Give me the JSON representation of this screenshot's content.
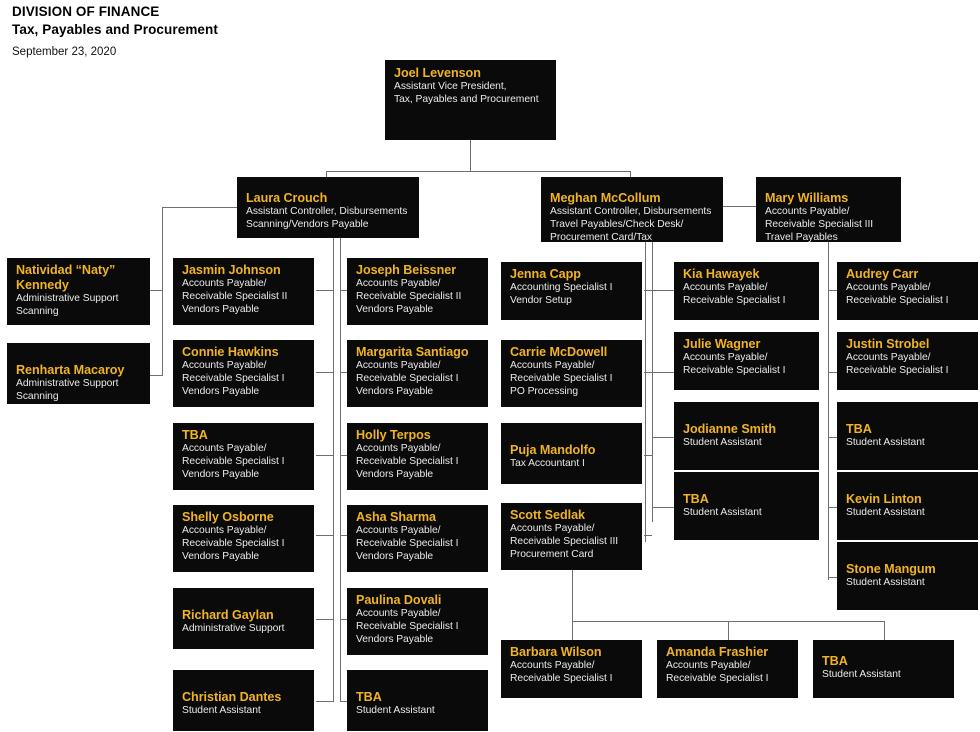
{
  "header": {
    "line1": "DIVISION OF FINANCE",
    "line2": "Tax, Payables and Procurement",
    "date": "September 23, 2020"
  },
  "theme": {
    "box_background": "#0a0a0a",
    "name_color": "#f0b323",
    "title_color": "#e9e9e9",
    "line_color": "#6f6f6f",
    "page_background": "#ffffff"
  },
  "nodes": {
    "levenson": {
      "name": "Joel Levenson",
      "title": "Assistant Vice President,\nTax, Payables and Procurement"
    },
    "crouch": {
      "name": "Laura Crouch",
      "title": "Assistant Controller, Disbursements\nScanning/Vendors Payable"
    },
    "mccollum": {
      "name": "Meghan McCollum",
      "title": "Assistant Controller, Disbursements\nTravel Payables/Check Desk/\nProcurement Card/Tax"
    },
    "williams": {
      "name": "Mary Williams",
      "title": "Accounts Payable/\nReceivable Specialist III\nTravel Payables"
    },
    "kennedy": {
      "name": "Natividad “Naty”\nKennedy",
      "title": "Administrative Support\nScanning"
    },
    "macaroy": {
      "name": "Renharta Macaroy",
      "title": "Administrative Support\nScanning"
    },
    "johnson": {
      "name": "Jasmin Johnson",
      "title": "Accounts Payable/\nReceivable Specialist II\nVendors Payable"
    },
    "hawkins": {
      "name": "Connie Hawkins",
      "title": "Accounts Payable/\nReceivable Specialist I\nVendors Payable"
    },
    "tba_col2": {
      "name": "TBA",
      "title": "Accounts Payable/\nReceivable Specialist I\nVendors Payable"
    },
    "osborne": {
      "name": "Shelly Osborne",
      "title": "Accounts Payable/\nReceivable Specialist I\nVendors Payable"
    },
    "gaylan": {
      "name": "Richard Gaylan",
      "title": "Administrative Support"
    },
    "dantes": {
      "name": "Christian Dantes",
      "title": "Student Assistant"
    },
    "beissner": {
      "name": "Joseph Beissner",
      "title": "Accounts Payable/\nReceivable Specialist II\nVendors Payable"
    },
    "santiago": {
      "name": "Margarita Santiago",
      "title": "Accounts Payable/\nReceivable Specialist I\nVendors Payable"
    },
    "terpos": {
      "name": "Holly Terpos",
      "title": "Accounts Payable/\nReceivable Specialist I\nVendors Payable"
    },
    "sharma": {
      "name": "Asha Sharma",
      "title": "Accounts Payable/\nReceivable Specialist I\nVendors Payable"
    },
    "dovali": {
      "name": "Paulina Dovali",
      "title": "Accounts Payable/\nReceivable Specialist I\nVendors Payable"
    },
    "tba_col3": {
      "name": "TBA",
      "title": "Student Assistant"
    },
    "capp": {
      "name": "Jenna Capp",
      "title": "Accounting Specialist I\nVendor Setup"
    },
    "mcdowell": {
      "name": "Carrie McDowell",
      "title": "Accounts Payable/\nReceivable Specialist I\nPO Processing"
    },
    "mandolfo": {
      "name": "Puja Mandolfo",
      "title": "Tax Accountant I"
    },
    "sedlak": {
      "name": "Scott Sedlak",
      "title": "Accounts Payable/\nReceivable Specialist III\nProcurement Card"
    },
    "hawayek": {
      "name": "Kia Hawayek",
      "title": "Accounts Payable/\nReceivable Specialist I"
    },
    "wagner": {
      "name": "Julie Wagner",
      "title": "Accounts Payable/\nReceivable Specialist I"
    },
    "jsmith": {
      "name": "Jodianne Smith",
      "title": "Student Assistant"
    },
    "tba_col5": {
      "name": "TBA",
      "title": "Student Assistant"
    },
    "carr": {
      "name": "Audrey Carr",
      "title": "Accounts Payable/\nReceivable Specialist I"
    },
    "strobel": {
      "name": "Justin Strobel",
      "title": "Accounts Payable/\nReceivable Specialist I"
    },
    "tba_col6": {
      "name": "TBA",
      "title": "Student Assistant"
    },
    "linton": {
      "name": "Kevin Linton",
      "title": "Student Assistant"
    },
    "mangum": {
      "name": "Stone Mangum",
      "title": "Student Assistant"
    },
    "wilson": {
      "name": "Barbara Wilson",
      "title": "Accounts Payable/\nReceivable Specialist I"
    },
    "frashier": {
      "name": "Amanda Frashier",
      "title": "Accounts Payable/\nReceivable Specialist I"
    },
    "tba_bottom": {
      "name": "TBA",
      "title": "Student Assistant"
    }
  }
}
